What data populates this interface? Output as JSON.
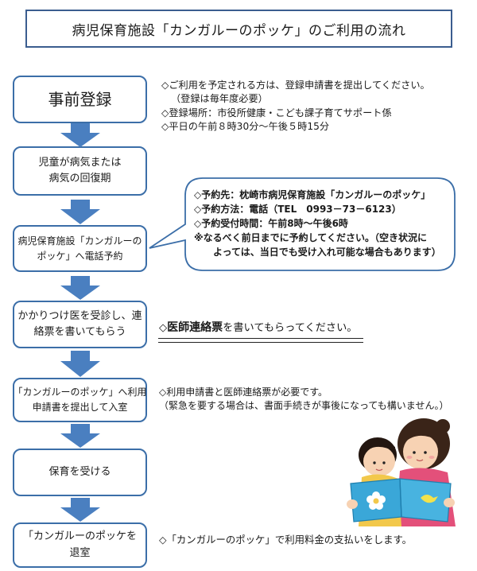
{
  "title": "病児保育施設「カンガルーのポッケ」のご利用の流れ",
  "steps": [
    {
      "lines": [
        "事前登録"
      ]
    },
    {
      "lines": [
        "児童が病気または",
        "病気の回復期"
      ]
    },
    {
      "lines": [
        "病児保育施設「カンガルーの",
        "ポッケ」へ電話予約"
      ]
    },
    {
      "lines": [
        "かかりつけ医を受診し、連",
        "絡票を書いてもらう"
      ]
    },
    {
      "lines": [
        "「カンガルーのポッケ」へ利用",
        "申請書を提出して入室"
      ]
    },
    {
      "lines": [
        "保育を受ける"
      ]
    },
    {
      "lines": [
        "「カンガルーのポッケを",
        "退室"
      ]
    }
  ],
  "notes": {
    "registration": [
      "◇ご利用を予定される方は、登録申請書を提出してください。",
      "（登録は毎年度必要）",
      "◇登録場所：市役所健康・こども課子育てサポート係",
      "◇平日の午前８時30分～午後５時15分"
    ],
    "reservation": [
      "◇予約先：枕崎市病児保育施設「カンガルーのポッケ」",
      "◇予約方法：電話（TEL　0993－73－6123）",
      "◇予約受付時間：午前8時～午後6時",
      "※なるべく前日までに予約してください。（空き状況に",
      "よっては、当日でも受け入れ可能な場合もあります）"
    ],
    "doctor_prefix": "◇",
    "doctor_strong": "医師連絡票",
    "doctor_rest": "を書いてもらってください。",
    "admission": [
      "◇利用申請書と医師連絡票が必要です。",
      "（緊急を要する場合は、書面手続きが事後になっても構いません。）"
    ],
    "exit": "◇「カンガルーのポッケ」で利用料金の支払いをします。"
  },
  "colors": {
    "arrow": "#4a7fc0",
    "box_border": "#3b6ea8",
    "title_border": "#3b5d8f"
  }
}
